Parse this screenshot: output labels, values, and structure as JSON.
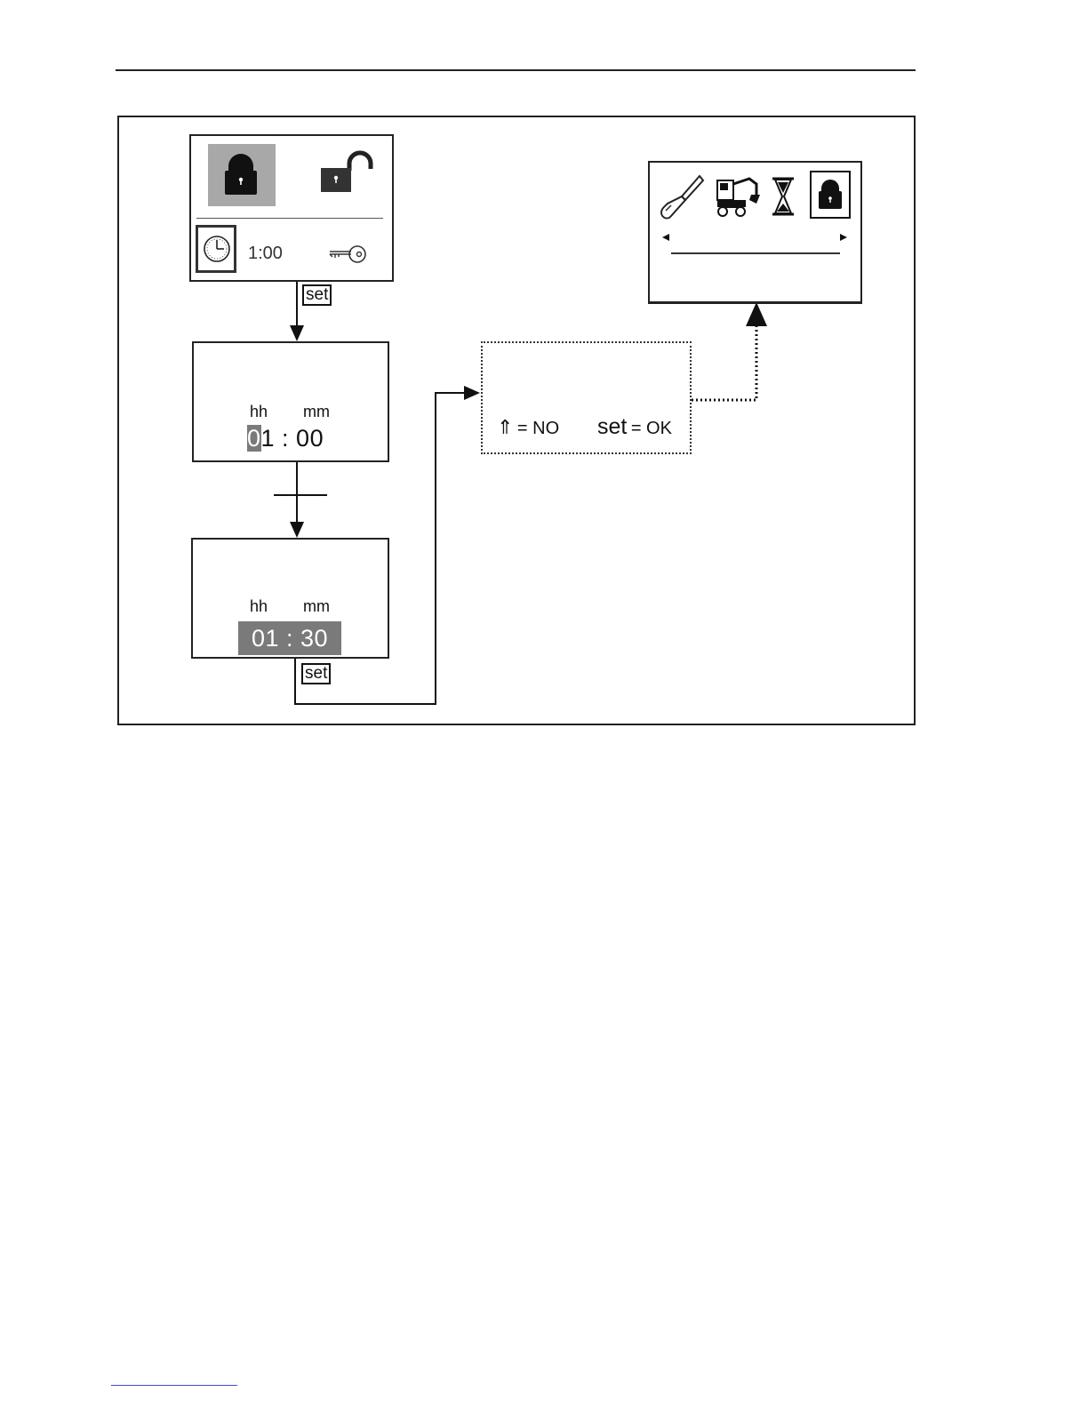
{
  "screen1": {
    "time": "1:00"
  },
  "screen2": {
    "hh_label": "hh",
    "mm_label": "mm",
    "cursor_digit": "0",
    "rest": "1 : 00"
  },
  "screen3": {
    "hh_label": "hh",
    "mm_label": "mm",
    "value": "01 : 30"
  },
  "confirm": {
    "no_symbol": "⇑",
    "no_text": "= NO",
    "ok_key": "set",
    "ok_text": "= OK"
  },
  "keys": {
    "set1": "set",
    "set2": "set"
  },
  "icons": [
    "lock-closed-icon",
    "lock-open-icon",
    "clock-icon",
    "key-icon",
    "wrench-icon",
    "excavator-icon",
    "hourglass-icon",
    "lock-icon",
    "arrow-left-icon",
    "arrow-right-icon"
  ],
  "colors": {
    "highlight": "#7a7a7a",
    "line": "#222222"
  }
}
